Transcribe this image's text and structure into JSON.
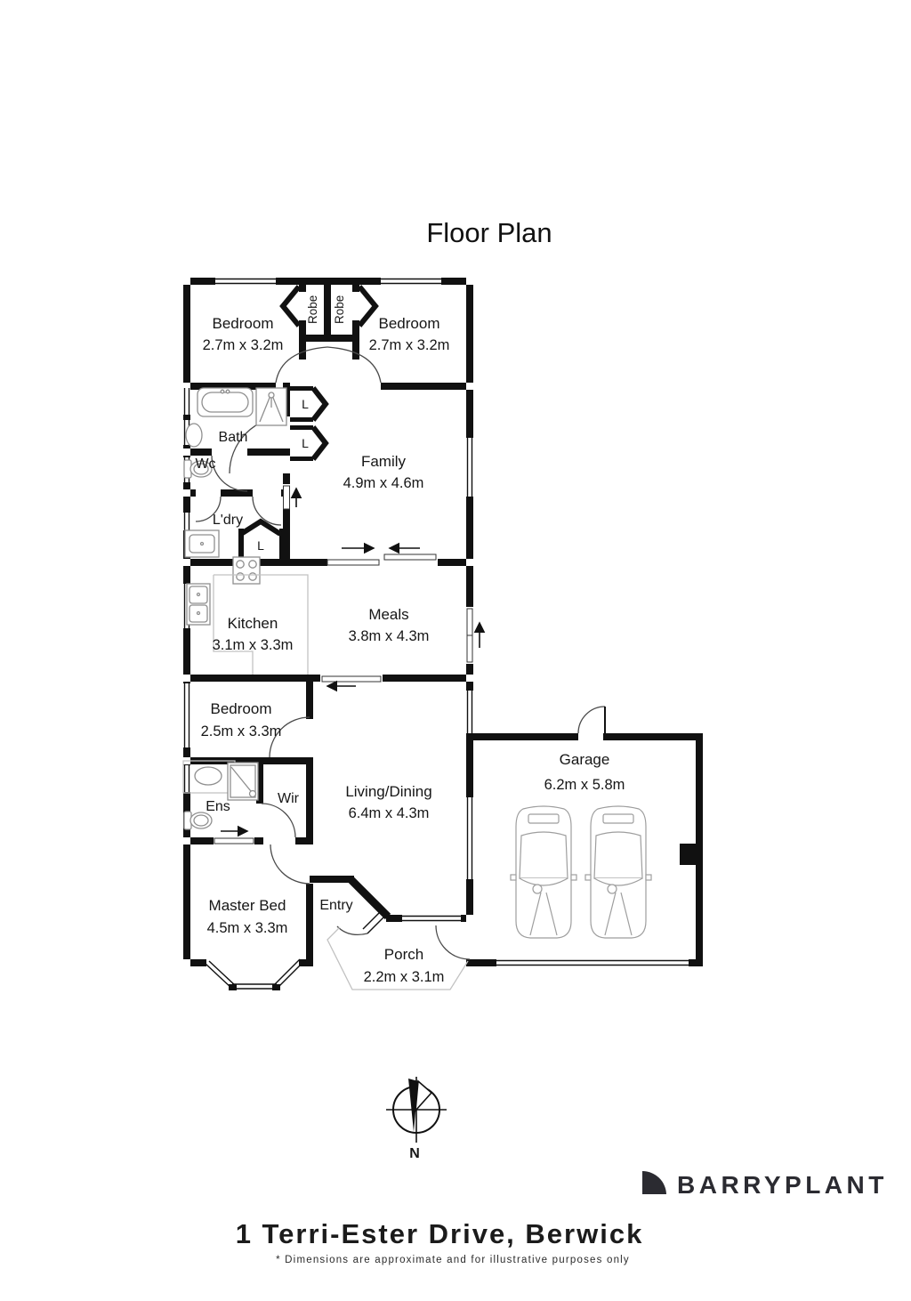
{
  "title": "Floor Plan",
  "rooms": {
    "bedroom1": {
      "name": "Bedroom",
      "dims": "2.7m x 3.2m"
    },
    "bedroom2": {
      "name": "Bedroom",
      "dims": "2.7m x 3.2m"
    },
    "robe1": {
      "name": "Robe"
    },
    "robe2": {
      "name": "Robe"
    },
    "bath": {
      "name": "Bath"
    },
    "wc": {
      "name": "Wc"
    },
    "linen1": {
      "name": "L"
    },
    "linen2": {
      "name": "L"
    },
    "linen3": {
      "name": "L"
    },
    "family": {
      "name": "Family",
      "dims": "4.9m x 4.6m"
    },
    "ldry": {
      "name": "L'dry"
    },
    "kitchen": {
      "name": "Kitchen",
      "dims": "3.1m x 3.3m"
    },
    "meals": {
      "name": "Meals",
      "dims": "3.8m x 4.3m"
    },
    "bedroom3": {
      "name": "Bedroom",
      "dims": "2.5m x 3.3m"
    },
    "ens": {
      "name": "Ens"
    },
    "wir": {
      "name": "Wir"
    },
    "living": {
      "name": "Living/Dining",
      "dims": "6.4m x 4.3m"
    },
    "garage": {
      "name": "Garage",
      "dims": "6.2m x 5.8m"
    },
    "master": {
      "name": "Master Bed",
      "dims": "4.5m x 3.3m"
    },
    "entry": {
      "name": "Entry"
    },
    "porch": {
      "name": "Porch",
      "dims": "2.2m x 3.1m"
    }
  },
  "compass": {
    "label": "N"
  },
  "footer": {
    "brand": "BARRYPLANT",
    "address": "1 Terri-Ester Drive, Berwick",
    "disclaimer": "* Dimensions are approximate and for illustrative purposes only"
  },
  "colors": {
    "wall": "#111111",
    "fixture": "#8f8f8f",
    "brand": "#2b2b31"
  }
}
